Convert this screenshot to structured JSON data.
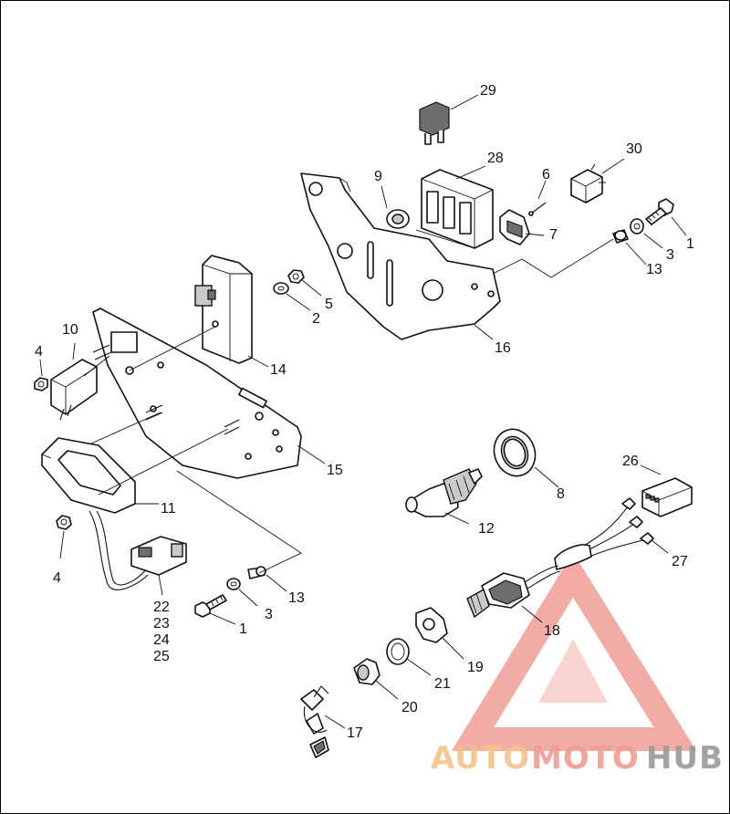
{
  "callouts": {
    "c1a": "1",
    "c1b": "1",
    "c2": "2",
    "c3a": "3",
    "c3b": "3",
    "c4a": "4",
    "c4b": "4",
    "c5": "5",
    "c6": "6",
    "c7": "7",
    "c8": "8",
    "c9": "9",
    "c10": "10",
    "c11": "11",
    "c12": "12",
    "c13a": "13",
    "c13b": "13",
    "c14": "14",
    "c15": "15",
    "c16": "16",
    "c17": "17",
    "c18": "18",
    "c19": "19",
    "c20": "20",
    "c21": "21",
    "c22": "22",
    "c23": "23",
    "c24": "24",
    "c25": "25",
    "c26": "26",
    "c27": "27",
    "c28": "28",
    "c29": "29",
    "c30": "30"
  },
  "watermark": {
    "auto": "AUTO",
    "moto": "MOTO",
    "hub": "HUB",
    "colors": {
      "auto": "#f5c48a",
      "moto": "#f29b93",
      "hub": "#9a9a9a",
      "triangle": "#f08f88"
    }
  }
}
